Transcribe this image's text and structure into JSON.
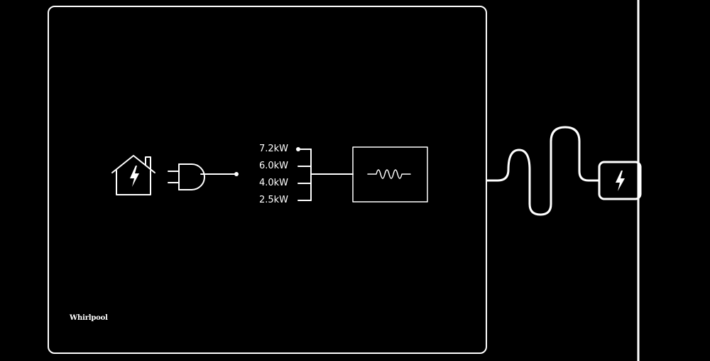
{
  "colors": {
    "background": "#000000",
    "line": "#ffffff"
  },
  "diagram": {
    "power_options": [
      {
        "label": "7.2kW",
        "selected": true
      },
      {
        "label": "6.0kW",
        "selected": false
      },
      {
        "label": "4.0kW",
        "selected": false
      },
      {
        "label": "2.5kW",
        "selected": false
      }
    ],
    "icons": [
      "house-bolt-icon",
      "plug-icon",
      "heater-wave-icon",
      "wall-socket-bolt-icon"
    ],
    "brand_logo": "Whirlpool"
  }
}
